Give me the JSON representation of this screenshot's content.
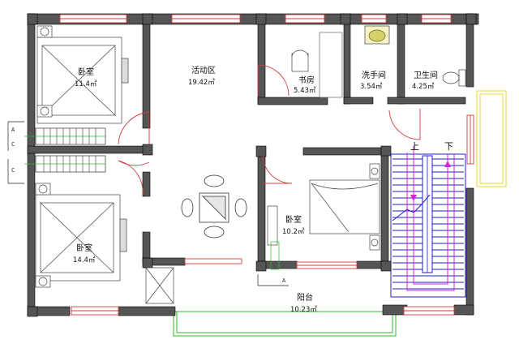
{
  "rooms": {
    "bedroom_nw": {
      "name": "卧室",
      "area": "11.4㎡"
    },
    "bedroom_sw": {
      "name": "卧室",
      "area": "14.4㎡"
    },
    "activity": {
      "name": "活动区",
      "area": "19.42㎡"
    },
    "study": {
      "name": "书房",
      "area": "5.43㎡"
    },
    "washroom": {
      "name": "洗手间",
      "area": "3.54㎡"
    },
    "bathroom": {
      "name": "卫生间",
      "area": "4.25㎡"
    },
    "bedroom_c": {
      "name": "卧室",
      "area": "10.2㎡"
    },
    "balcony": {
      "name": "阳台",
      "area": "10.23㎡"
    }
  },
  "stairs": {
    "up": "上",
    "down": "下"
  },
  "section_tags": {
    "left_a": "A",
    "left_c": "C",
    "bottom_a": "A"
  },
  "colors": {
    "wall": "#555555",
    "wall_line": "#000000",
    "window": "#d43a3a",
    "door": "#d43a3a",
    "stair_blue": "#1f1fd1",
    "railing_green": "#2bbf2b",
    "railing_yellow": "#e8e04a",
    "handrail_magenta": "#d61fd6"
  }
}
